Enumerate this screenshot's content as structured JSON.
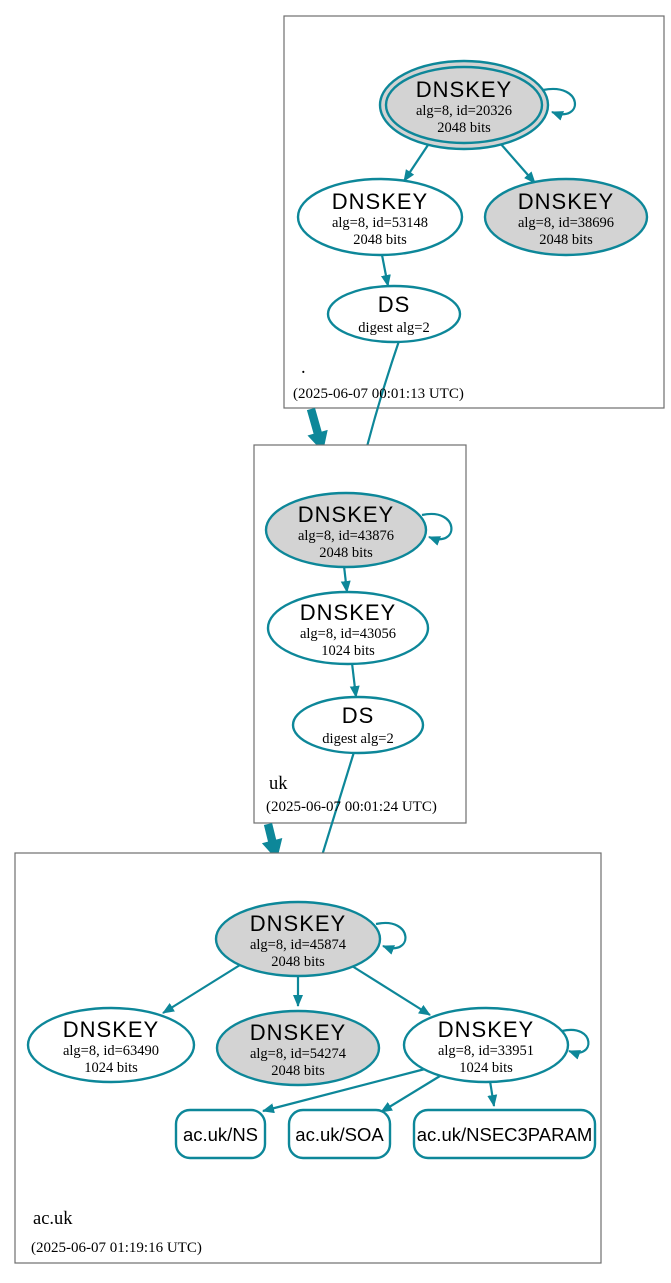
{
  "colors": {
    "edge_teal": "#0d8799",
    "node_gray_fill": "#d3d3d3",
    "node_white_fill": "#ffffff",
    "zone_border_gray": "#6e6e6e",
    "text": "#000000"
  },
  "zones": [
    {
      "label": ".",
      "timestamp": "(2025-06-07 00:01:13 UTC)",
      "nodes": {
        "ksk": {
          "title": "DNSKEY",
          "alg": "alg=8, id=20326",
          "bits": "2048 bits"
        },
        "zsk": {
          "title": "DNSKEY",
          "alg": "alg=8, id=53148",
          "bits": "2048 bits"
        },
        "ksk2": {
          "title": "DNSKEY",
          "alg": "alg=8, id=38696",
          "bits": "2048 bits"
        },
        "ds": {
          "title": "DS",
          "digest": "digest alg=2"
        }
      }
    },
    {
      "label": "uk",
      "timestamp": "(2025-06-07 00:01:24 UTC)",
      "nodes": {
        "ksk": {
          "title": "DNSKEY",
          "alg": "alg=8, id=43876",
          "bits": "2048 bits"
        },
        "zsk": {
          "title": "DNSKEY",
          "alg": "alg=8, id=43056",
          "bits": "1024 bits"
        },
        "ds": {
          "title": "DS",
          "digest": "digest alg=2"
        }
      }
    },
    {
      "label": "ac.uk",
      "timestamp": "(2025-06-07 01:19:16 UTC)",
      "nodes": {
        "ksk": {
          "title": "DNSKEY",
          "alg": "alg=8, id=45874",
          "bits": "2048 bits"
        },
        "zsk1": {
          "title": "DNSKEY",
          "alg": "alg=8, id=63490",
          "bits": "1024 bits"
        },
        "ksk2": {
          "title": "DNSKEY",
          "alg": "alg=8, id=54274",
          "bits": "2048 bits"
        },
        "zsk2": {
          "title": "DNSKEY",
          "alg": "alg=8, id=33951",
          "bits": "1024 bits"
        },
        "rrsets": [
          {
            "label": "ac.uk/NS"
          },
          {
            "label": "ac.uk/SOA"
          },
          {
            "label": "ac.uk/NSEC3PARAM"
          }
        ]
      }
    }
  ]
}
